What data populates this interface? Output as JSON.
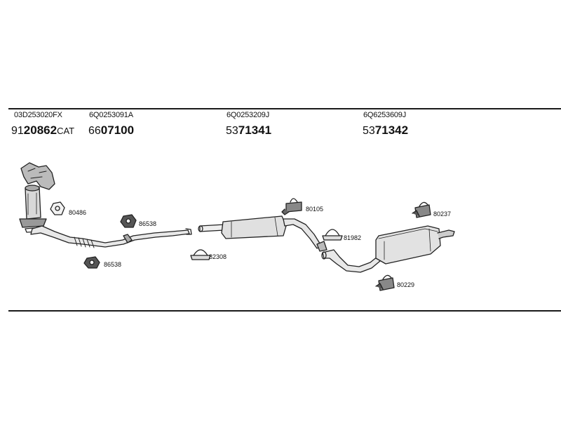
{
  "sections": [
    {
      "oem": "03D253020FX",
      "prefix": "91",
      "bold": "20862",
      "suffix": "CAT"
    },
    {
      "oem": "6Q0253091A",
      "prefix": "66",
      "bold": "07100",
      "suffix": ""
    },
    {
      "oem": "6Q0253209J",
      "prefix": "53",
      "bold": "71341",
      "suffix": ""
    },
    {
      "oem": "6Q6253609J",
      "prefix": "53",
      "bold": "71342",
      "suffix": ""
    }
  ],
  "hardware": [
    {
      "label": "80486"
    },
    {
      "label": "86538"
    },
    {
      "label": "86538"
    },
    {
      "label": "82308"
    },
    {
      "label": "80105"
    },
    {
      "label": "81982"
    },
    {
      "label": "80237"
    },
    {
      "label": "80229"
    }
  ]
}
